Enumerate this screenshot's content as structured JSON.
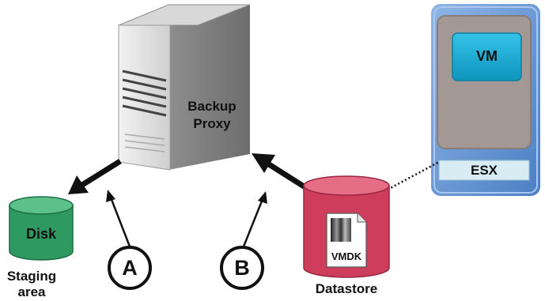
{
  "server": {
    "label_line1": "Backup",
    "label_line2": "Proxy"
  },
  "esx": {
    "vm_label": "VM",
    "host_label": "ESX"
  },
  "disk": {
    "label": "Disk",
    "caption_line1": "Staging",
    "caption_line2": "area"
  },
  "datastore": {
    "file_label": "VMDK",
    "caption": "Datastore"
  },
  "markers": [
    {
      "label": "A"
    },
    {
      "label": "B"
    }
  ],
  "colors": {
    "disk_green": "#2e9a61",
    "datastore_red": "#cf3d5c",
    "esx_blue": "#5b8fd0",
    "vm_teal": "#1ba7cc",
    "server_gray": "#8a8a8a"
  }
}
